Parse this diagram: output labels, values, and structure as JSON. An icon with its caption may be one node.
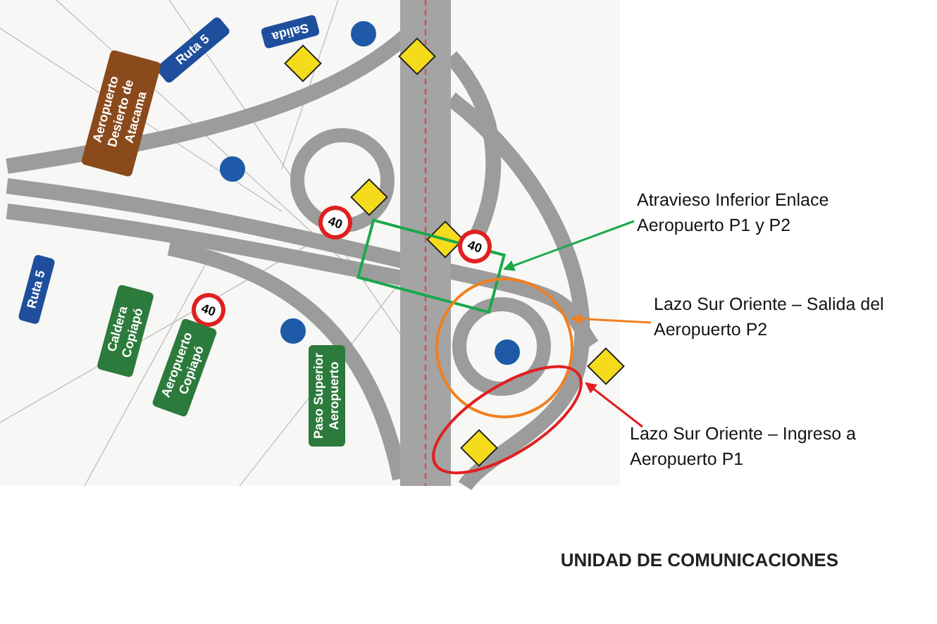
{
  "diagram": {
    "nodes": [
      {
        "text": [
          "Atravieso Inferior Enlace Aeropuerto P1 y P2"
        ]
      },
      {
        "text": [],
        "shape": "box"
      },
      {
        "text": [
          "Lazo Sur Oriente – Salida del Aeropuerto P2"
        ]
      },
      {
        "text": [],
        "shape": "circle"
      },
      {
        "text": [
          "Lazo Sur Oriente – Ingreso a Aeropuerto P1"
        ]
      },
      {
        "text": [],
        "shape": "circle"
      }
    ],
    "edges": [
      {
        "from": 0,
        "to": 1,
        "arrow": "to",
        "color": "#1aa84a"
      },
      {
        "from": 2,
        "to": 3,
        "arrow": "to",
        "color": "#f08020"
      },
      {
        "from": 4,
        "to": 5,
        "arrow": "to",
        "color": "#e02020"
      }
    ],
    "labels": [
      "Ruta 5",
      "Salida",
      "Aeropuerto Desierto de Atacama",
      "40",
      "40",
      "Ruta 5",
      "Caldera Copiapó",
      "40",
      "Aeropuerto Copiapó",
      "Paso Superior Aeropuerto",
      "UNIDAD DE COMUNICACIONES"
    ]
  }
}
